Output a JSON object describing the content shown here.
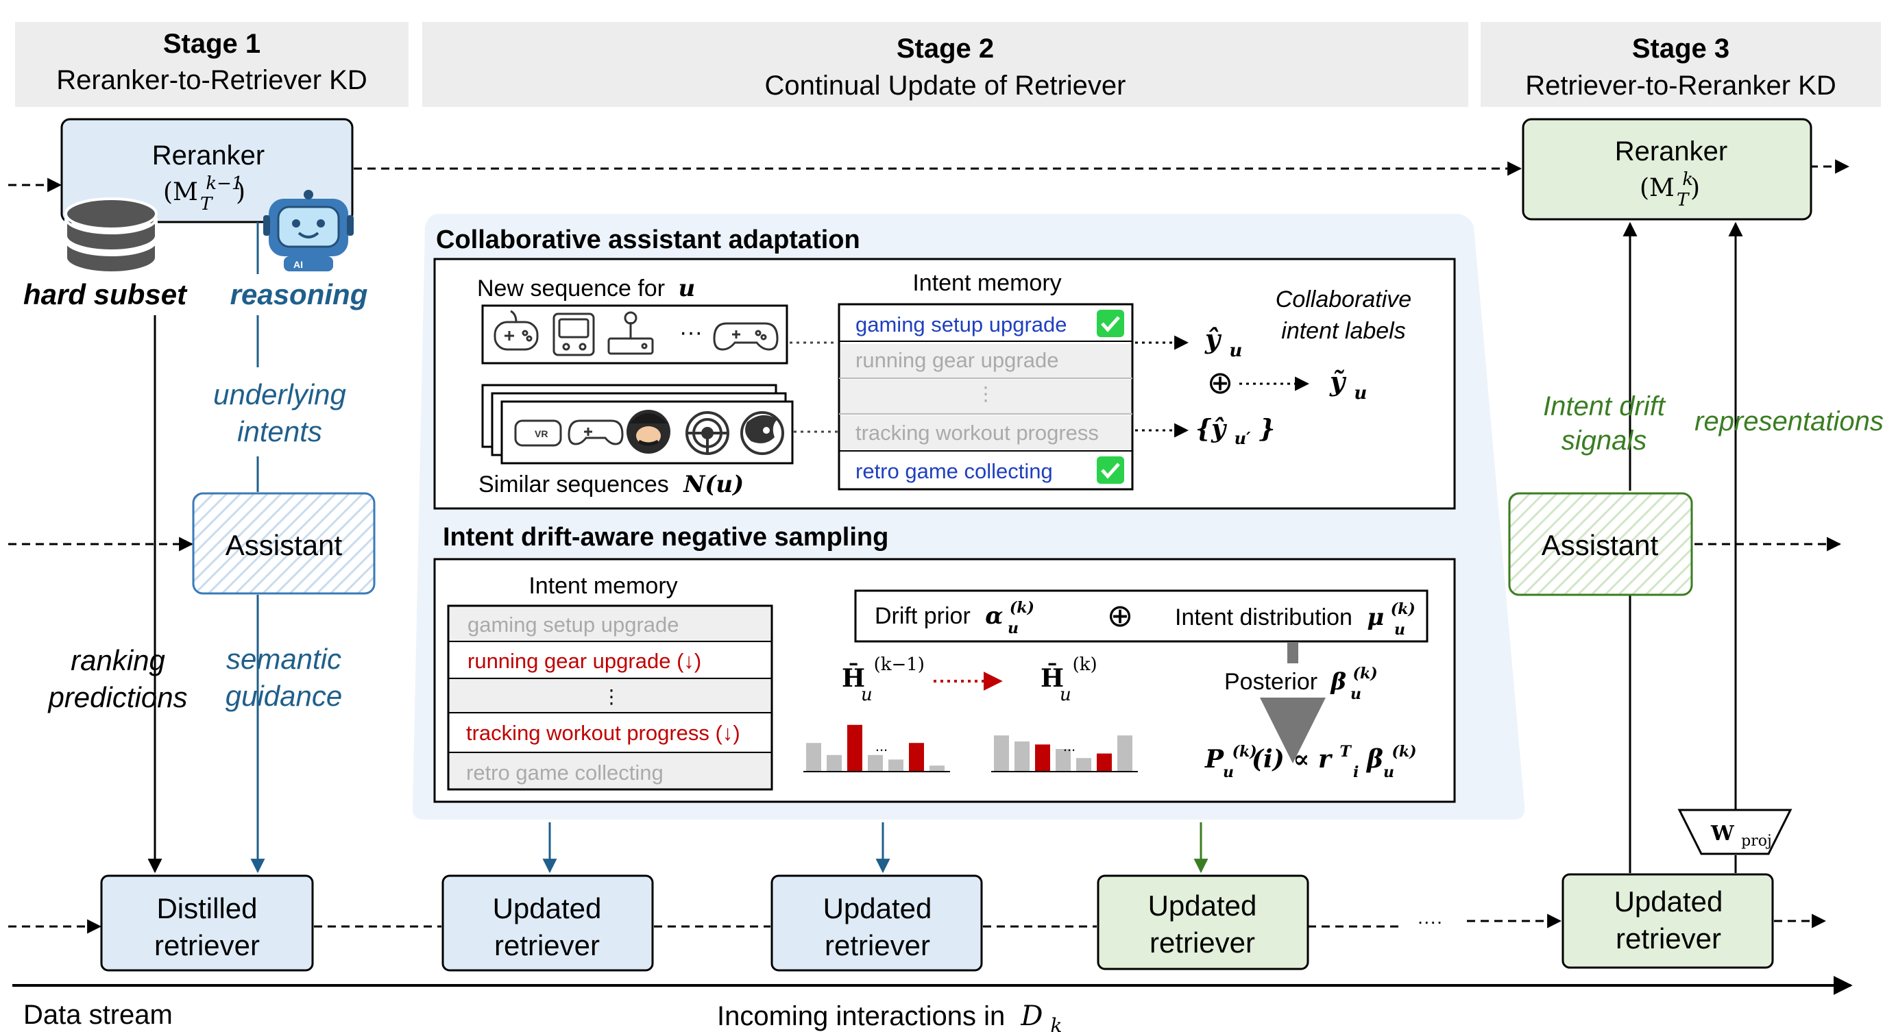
{
  "stages": {
    "s1": {
      "title": "Stage 1",
      "subtitle": "Reranker-to-Retriever KD"
    },
    "s2": {
      "title": "Stage 2",
      "subtitle": "Continual Update of Retriever"
    },
    "s3": {
      "title": "Stage 3",
      "subtitle": "Retriever-to-Reranker KD"
    }
  },
  "left": {
    "reranker_label": "Reranker",
    "reranker_model": "(M",
    "reranker_model_sup": "k−1",
    "reranker_model_sub": "T",
    "hard_subset": "hard subset",
    "reasoning": "reasoning",
    "underlying": "underlying",
    "intents": "intents",
    "assistant": "Assistant",
    "ranking": "ranking",
    "predictions": "predictions",
    "semantic": "semantic",
    "guidance": "guidance"
  },
  "right": {
    "reranker_label": "Reranker",
    "reranker_model": "(M",
    "reranker_model_sup": "k",
    "reranker_model_sub": "T",
    "intent_drift": "Intent drift",
    "signals": "signals",
    "representations": "representations",
    "assistant": "Assistant",
    "wproj": "W",
    "wproj_sub": "proj"
  },
  "adaptation": {
    "title": "Collaborative assistant adaptation",
    "new_sequence": "New sequence for",
    "new_sequence_var": "u",
    "similar_sequences": "Similar sequences",
    "similar_var": "N(u)",
    "intent_memory_title": "Intent memory",
    "memory_rows": [
      "gaming setup upgrade",
      "running gear upgrade",
      "⋮",
      "tracking workout progress",
      "retro game collecting"
    ],
    "collab_line1": "Collaborative",
    "collab_line2": "intent labels",
    "y_hat": "ŷ",
    "y_hat_sub": "u",
    "y_set": "{ŷ",
    "y_set_sub": "u′",
    "y_set_close": "}",
    "y_tilde": "ỹ",
    "y_tilde_sub": "u",
    "oplus": "⊕",
    "ellipsis": "···"
  },
  "sampling": {
    "title": "Intent drift-aware negative sampling",
    "intent_memory_title": "Intent memory",
    "memory_rows": [
      "gaming setup upgrade",
      "running gear upgrade (↓)",
      "⋮",
      "tracking workout progress (↓)",
      "retro game collecting"
    ],
    "drift_prior": "Drift prior",
    "alpha": "α",
    "alpha_sup": "(k)",
    "alpha_sub": "u",
    "oplus": "⊕",
    "intent_distribution": "Intent distribution",
    "mu": "μ",
    "mu_sup": "(k)",
    "mu_sub": "u",
    "posterior": "Posterior",
    "beta": "β",
    "beta_sup": "(k)",
    "beta_sub": "u",
    "h_prev": "H̄",
    "h_prev_sup": "(k−1)",
    "h_prev_sub": "u",
    "h_curr": "H̄",
    "h_curr_sup": "(k)",
    "h_curr_sub": "u",
    "p_formula_p": "P",
    "p_formula_sup": "(k)",
    "p_formula_sub": "u",
    "p_formula_mid": "(i) ∝ r",
    "p_formula_r_sup": "T",
    "p_formula_r_sub": "i",
    "p_formula_beta": "β",
    "p_formula_beta_sup": "(k)",
    "p_formula_beta_sub": "u",
    "bars_ellipsis": "...",
    "bars_prev": [
      0.38,
      0.22,
      0.62,
      0.22,
      0.16,
      0.38,
      0.08
    ],
    "bars_curr": [
      0.48,
      0.4,
      0.36,
      0.3,
      0.18,
      0.24,
      0.48
    ],
    "colors": {
      "red": "#c00000",
      "gray": "#bfbfbf"
    }
  },
  "retrievers": [
    {
      "line1": "Distilled",
      "line2": "retriever"
    },
    {
      "line1": "Updated",
      "line2": "retriever"
    },
    {
      "line1": "Updated",
      "line2": "retriever"
    },
    {
      "line1": "Updated",
      "line2": "retriever"
    },
    {
      "line1": "Updated",
      "line2": "retriever"
    }
  ],
  "stream": {
    "data_stream": "Data stream",
    "incoming": "Incoming interactions in",
    "incoming_var": "D",
    "incoming_sub": "k",
    "dots": "····"
  },
  "colors": {
    "blue_fill": "#deebf7",
    "green_fill": "#e2efda",
    "blue_text": "#1f5f8b",
    "green_text": "#3a7d22",
    "stage_header": "#ededed",
    "panel": "#edf3fa",
    "memory_blue": "#1f3fbf",
    "memory_gray": "#aaaaaa",
    "memory_red": "#c00000"
  },
  "icons": [
    "database-icon",
    "robot-icon",
    "gamepad-icon",
    "arcade-icon",
    "joystick-icon",
    "vr-icon",
    "mario-icon",
    "steering-wheel-icon",
    "sonic-icon",
    "checkmark-icon"
  ]
}
